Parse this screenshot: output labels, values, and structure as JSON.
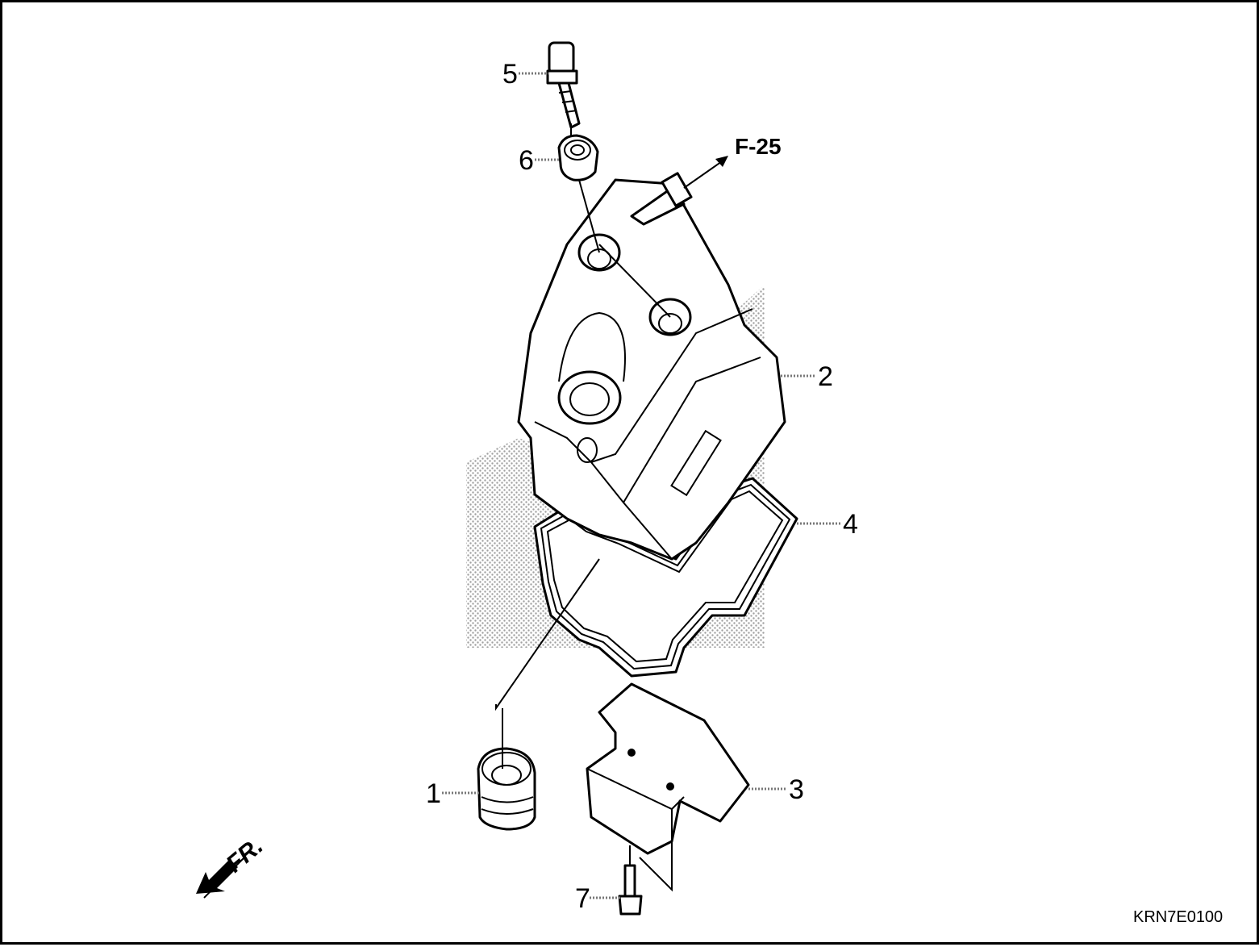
{
  "diagram": {
    "callouts": [
      {
        "id": "1",
        "label": "1"
      },
      {
        "id": "2",
        "label": "2"
      },
      {
        "id": "3",
        "label": "3"
      },
      {
        "id": "4",
        "label": "4"
      },
      {
        "id": "5",
        "label": "5"
      },
      {
        "id": "6",
        "label": "6"
      },
      {
        "id": "7",
        "label": "7"
      }
    ],
    "reference_label": "F-25",
    "front_label": "FR.",
    "diagram_code": "KRN7E0100",
    "colors": {
      "line": "#000000",
      "background": "#ffffff",
      "shading": "#9a9a9a"
    }
  }
}
